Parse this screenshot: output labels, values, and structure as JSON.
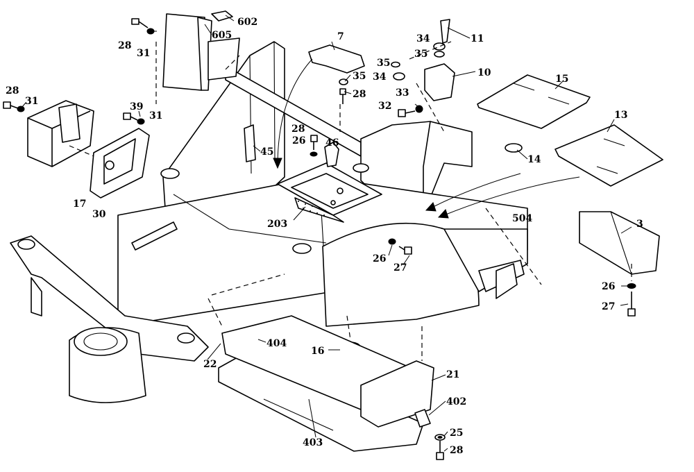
{
  "diagram": {
    "labels": {
      "p602": "602",
      "p605": "605",
      "p28a": "28",
      "p31a": "31",
      "p7": "7",
      "p11": "11",
      "p34a": "34",
      "p35a": "35",
      "p35b": "35",
      "p34b": "34",
      "p10": "10",
      "p35c": "35",
      "p28b": "28",
      "p33": "33",
      "p32": "32",
      "p15": "15",
      "p13": "13",
      "p14": "14",
      "p28c": "28",
      "p31b": "31",
      "p39": "39",
      "p31c": "31",
      "p45": "45",
      "p28d": "28",
      "p26a": "26",
      "p46": "46",
      "p17": "17",
      "p30": "30",
      "p203": "203",
      "p504": "504",
      "p3": "3",
      "p26b": "26",
      "p27a": "27",
      "p26c": "26",
      "p27b": "27",
      "p404": "404",
      "p16": "16",
      "p22": "22",
      "p21": "21",
      "p402": "402",
      "p25": "25",
      "p28e": "28",
      "p403": "403"
    }
  }
}
